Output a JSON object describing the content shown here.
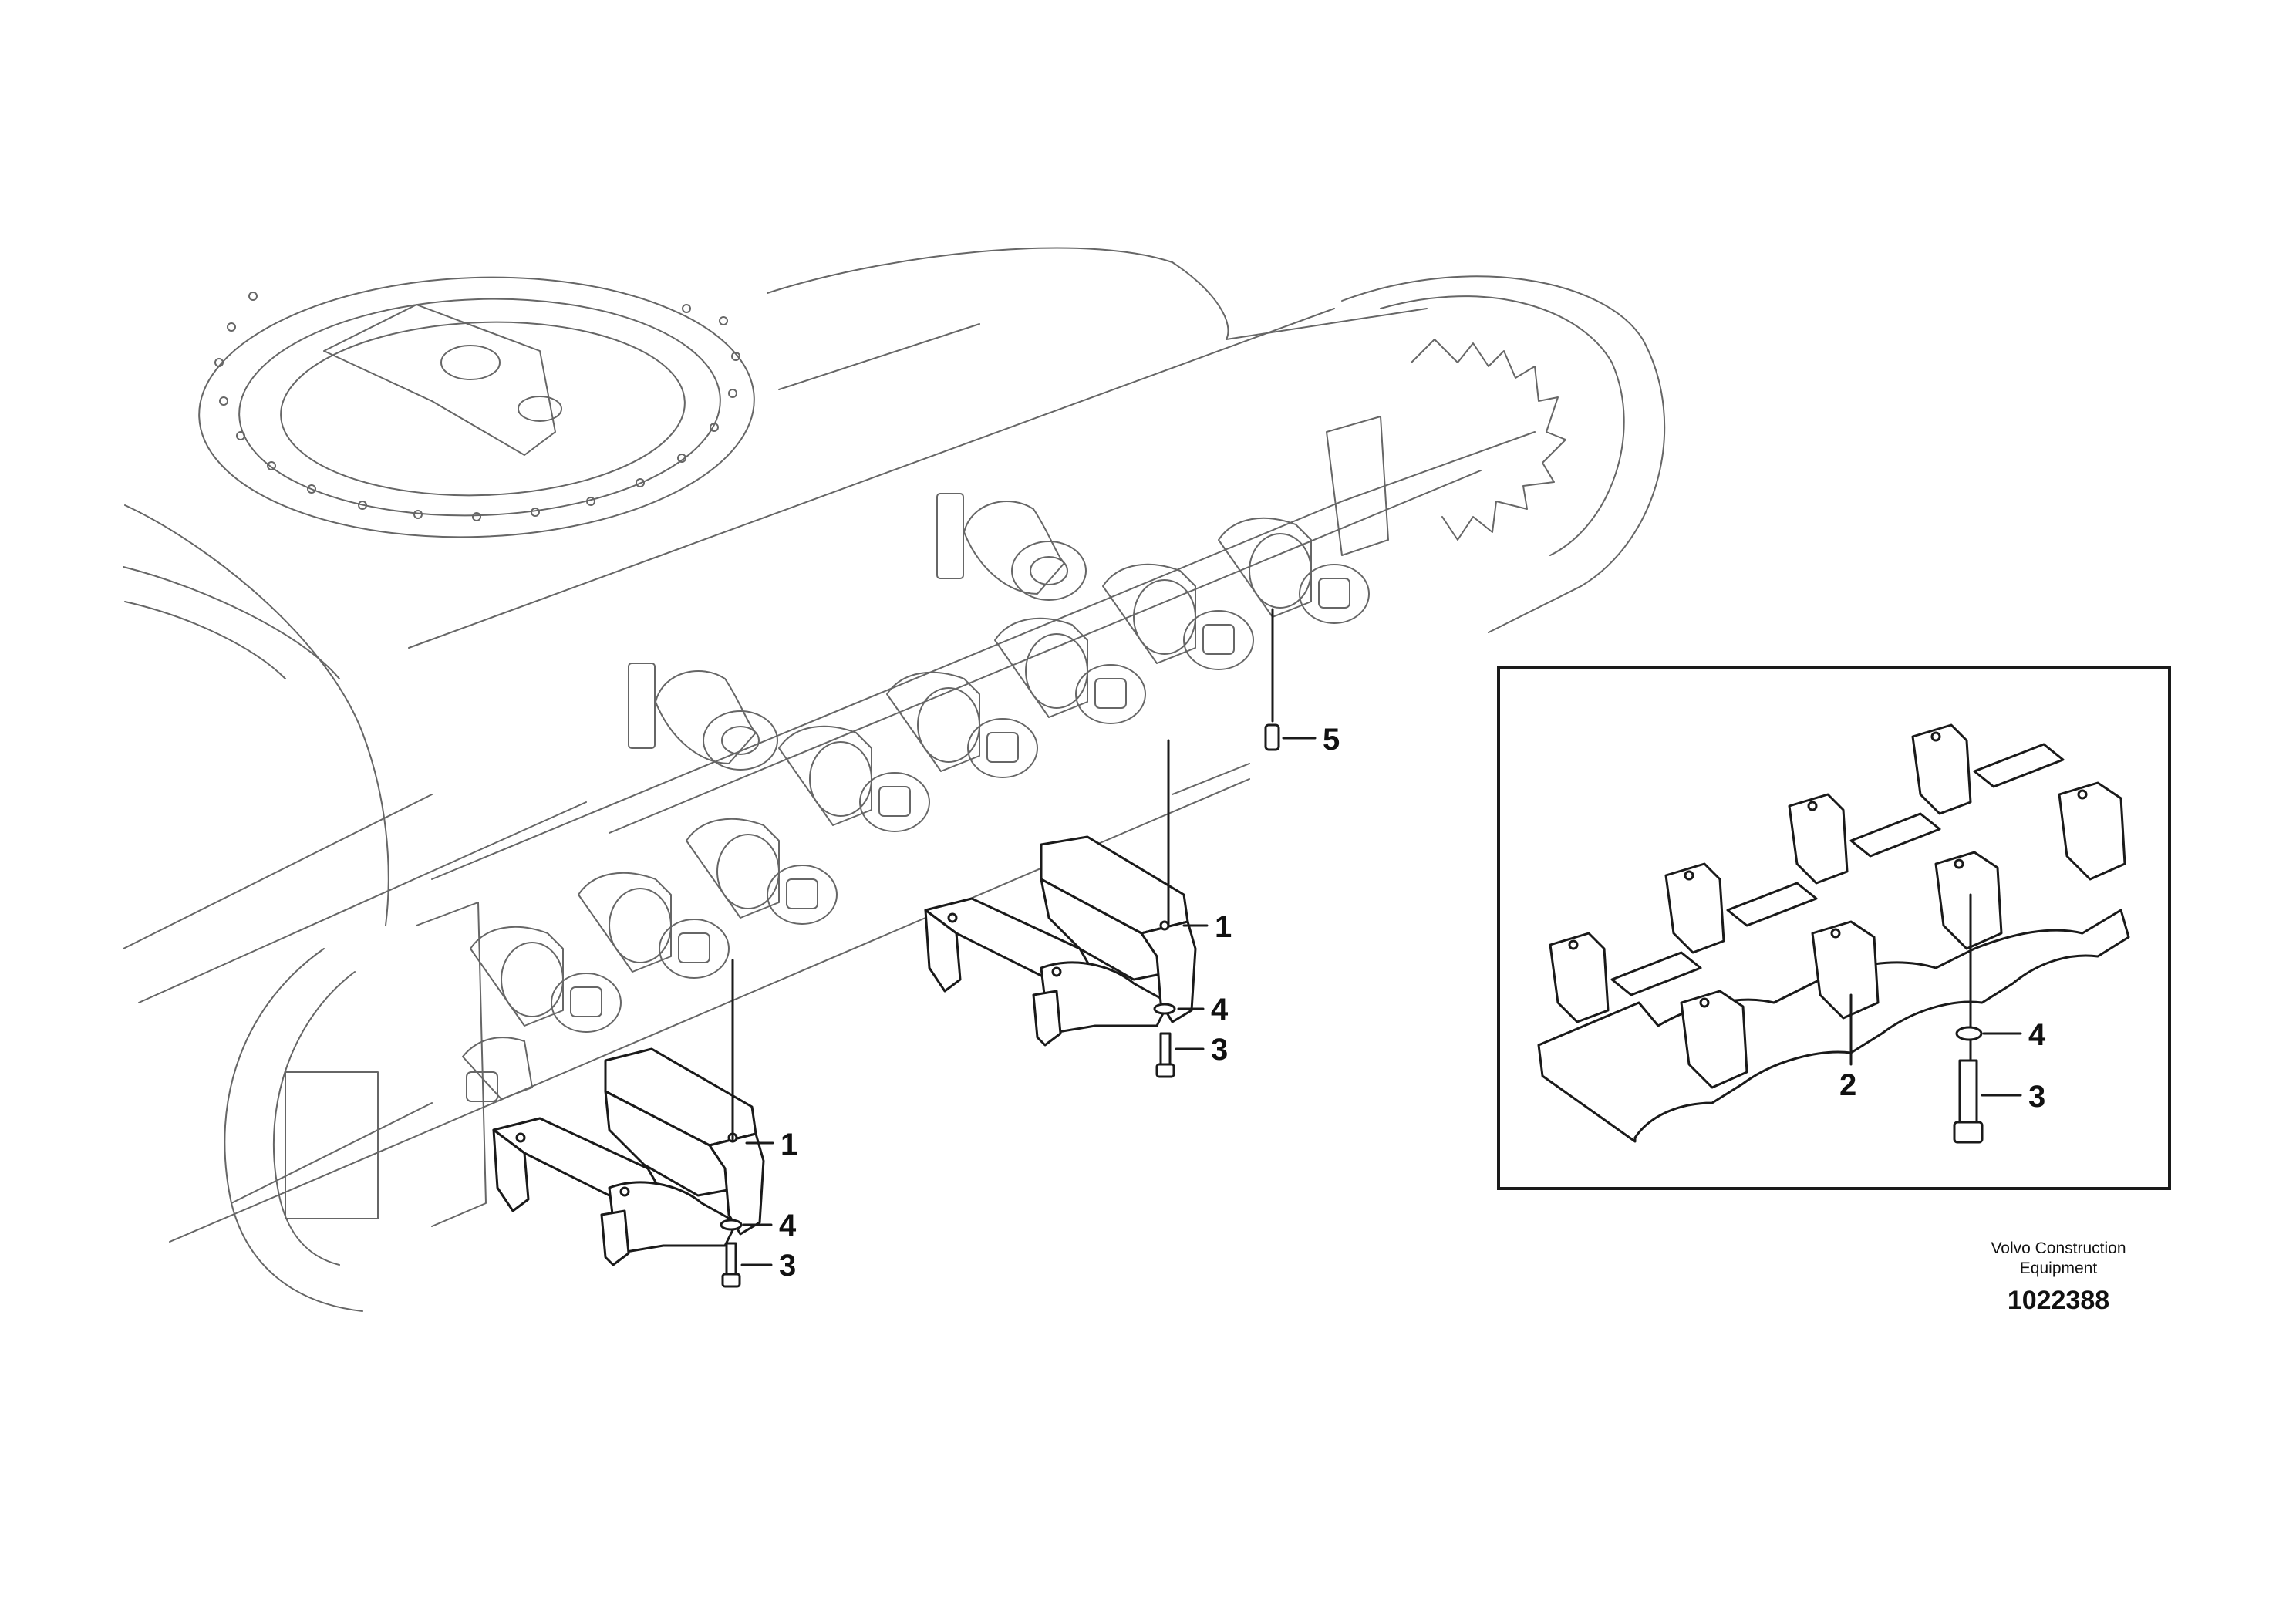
{
  "diagram": {
    "callouts": {
      "c1a": "1",
      "c1b": "1",
      "c2": "2",
      "c3a": "3",
      "c3b": "3",
      "c3c": "3",
      "c4a": "4",
      "c4b": "4",
      "c4c": "4",
      "c5": "5"
    },
    "brand_line1": "Volvo Construction",
    "brand_line2": "Equipment",
    "reference_number": "1022388"
  }
}
